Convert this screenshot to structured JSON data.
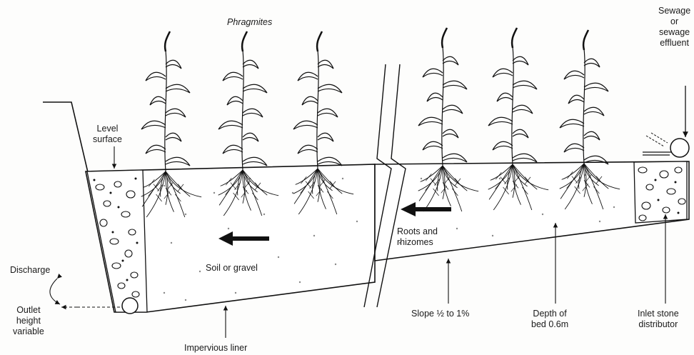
{
  "diagram": {
    "plant_label": "Phragmites",
    "level_surface": "Level\nsurface",
    "discharge": "Discharge",
    "outlet_height": "Outlet\nheight\nvariable",
    "soil_gravel": "Soil or gravel",
    "impervious_liner": "Impervious liner",
    "roots_rhizomes": "Roots and\nrhizomes",
    "slope": "Slope ½ to 1%",
    "depth": "Depth of\nbed 0.6m",
    "inlet": "Inlet stone\ndistributor",
    "sewage": "Sewage\nor\nsewage\neffluent"
  }
}
